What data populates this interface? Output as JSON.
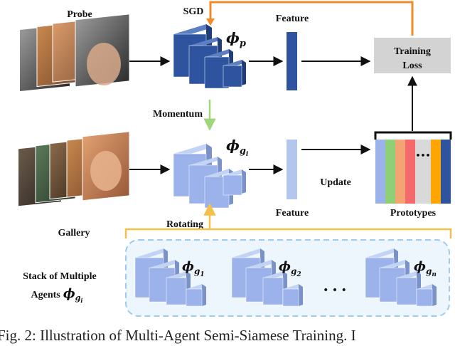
{
  "labels": {
    "probe": "Probe",
    "gallery": "Gallery",
    "sgd": "SGD",
    "momentum": "Momentum",
    "rotating": "Rotating",
    "feature_top": "Feature",
    "feature_bottom": "Feature",
    "update": "Update",
    "training_loss_line1": "Training",
    "training_loss_line2": "Loss",
    "prototypes": "Prototypes",
    "stack_line1": "Stack of Multiple",
    "stack_line2": "Agents",
    "ellipsis": "•••",
    "ellipsis_mid": "• • •"
  },
  "symbols": {
    "phi": "ϕ",
    "sub_p": "p",
    "sub_g": "g",
    "sub_i": "i",
    "sub_1": "1",
    "sub_2": "2",
    "sub_n": "n"
  },
  "caption": "Fig. 2: Illustration of Multi-Agent Semi-Siamese Training. I",
  "colors": {
    "dark_blue": "#2e54a0",
    "light_blue": "#9bb3ea",
    "orange_arrow": "#f08a2a",
    "green_arrow": "#9fd57b",
    "yellow_bracket": "#f5c04a",
    "dashed_border": "#9ecbf0",
    "loss_box": "#d3d3d3",
    "prototype_bars": [
      "#9bb3ea",
      "#8fcf76",
      "#f4a472",
      "#f46a6a",
      "#d9d9d9",
      "#ffa500",
      "#2e54a0"
    ]
  }
}
